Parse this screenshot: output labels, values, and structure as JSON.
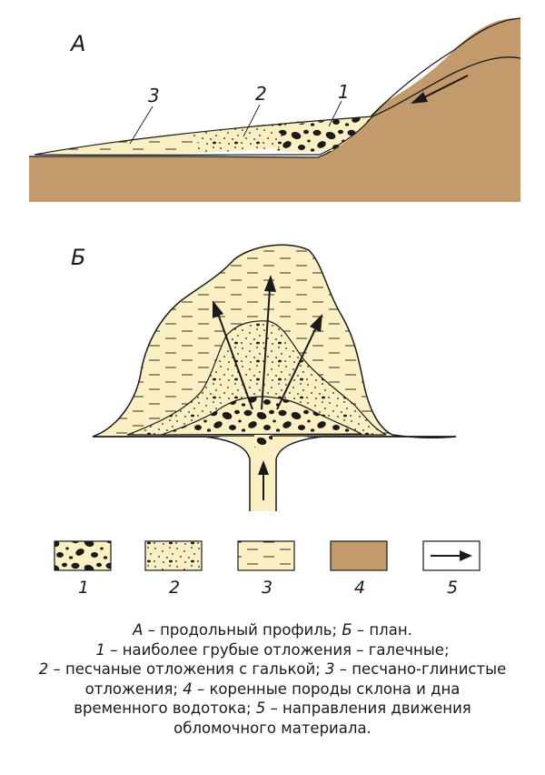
{
  "figure": {
    "profile_label": "А",
    "plan_label": "Б",
    "profile_zone_labels": [
      "3",
      "2",
      "1"
    ]
  },
  "legend": {
    "items": [
      {
        "num": "1",
        "swatch": "coarse-gravel"
      },
      {
        "num": "2",
        "swatch": "sand-with-gravel"
      },
      {
        "num": "3",
        "swatch": "sand-clay"
      },
      {
        "num": "4",
        "swatch": "bedrock"
      },
      {
        "num": "5",
        "swatch": "arrow"
      }
    ]
  },
  "caption": {
    "l1_a_num": "А",
    "l1_a_text": " – продольный профиль; ",
    "l1_b_num": "Б",
    "l1_b_text": " – план.",
    "l2_num": "1",
    "l2_text": " – наиболее грубые отложения – галечные;",
    "l3_num": "2",
    "l3_text": " – песчаные отложения с галькой; ",
    "l3_num2": "3",
    "l3_text2": " – песчано-глинистые",
    "l4_text": "отложения; ",
    "l4_num": "4",
    "l4_text2": " – коренные породы склона и дна",
    "l5_text": "временного водотока; ",
    "l5_num": "5",
    "l5_text2": " – направления движения",
    "l6_text": "обломочного материала."
  },
  "colors": {
    "bedrock": "#c29a6b",
    "sediment": "#fbf0c4",
    "outline": "#1a1a1a"
  }
}
